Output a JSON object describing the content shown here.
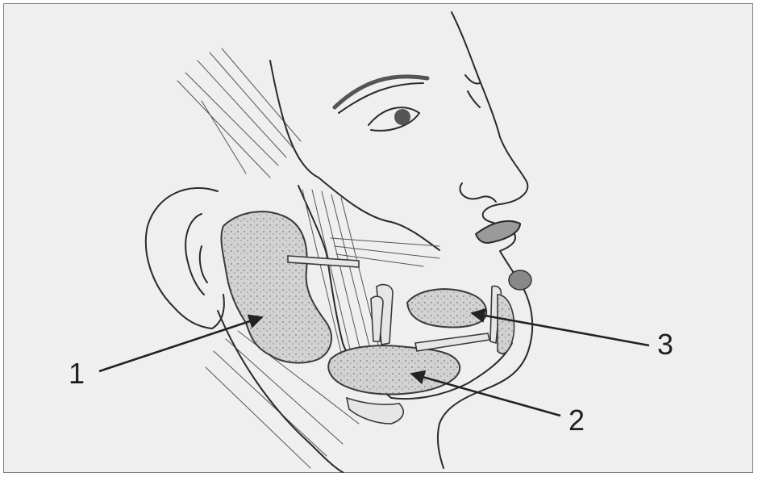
{
  "labels": [
    {
      "id": "1",
      "text": "1"
    },
    {
      "id": "2",
      "text": "2"
    },
    {
      "id": "3",
      "text": "3"
    }
  ],
  "colors": {
    "background": "#efefef",
    "line": "#2a2a2a",
    "gland_fill": "#d2d2d2"
  }
}
